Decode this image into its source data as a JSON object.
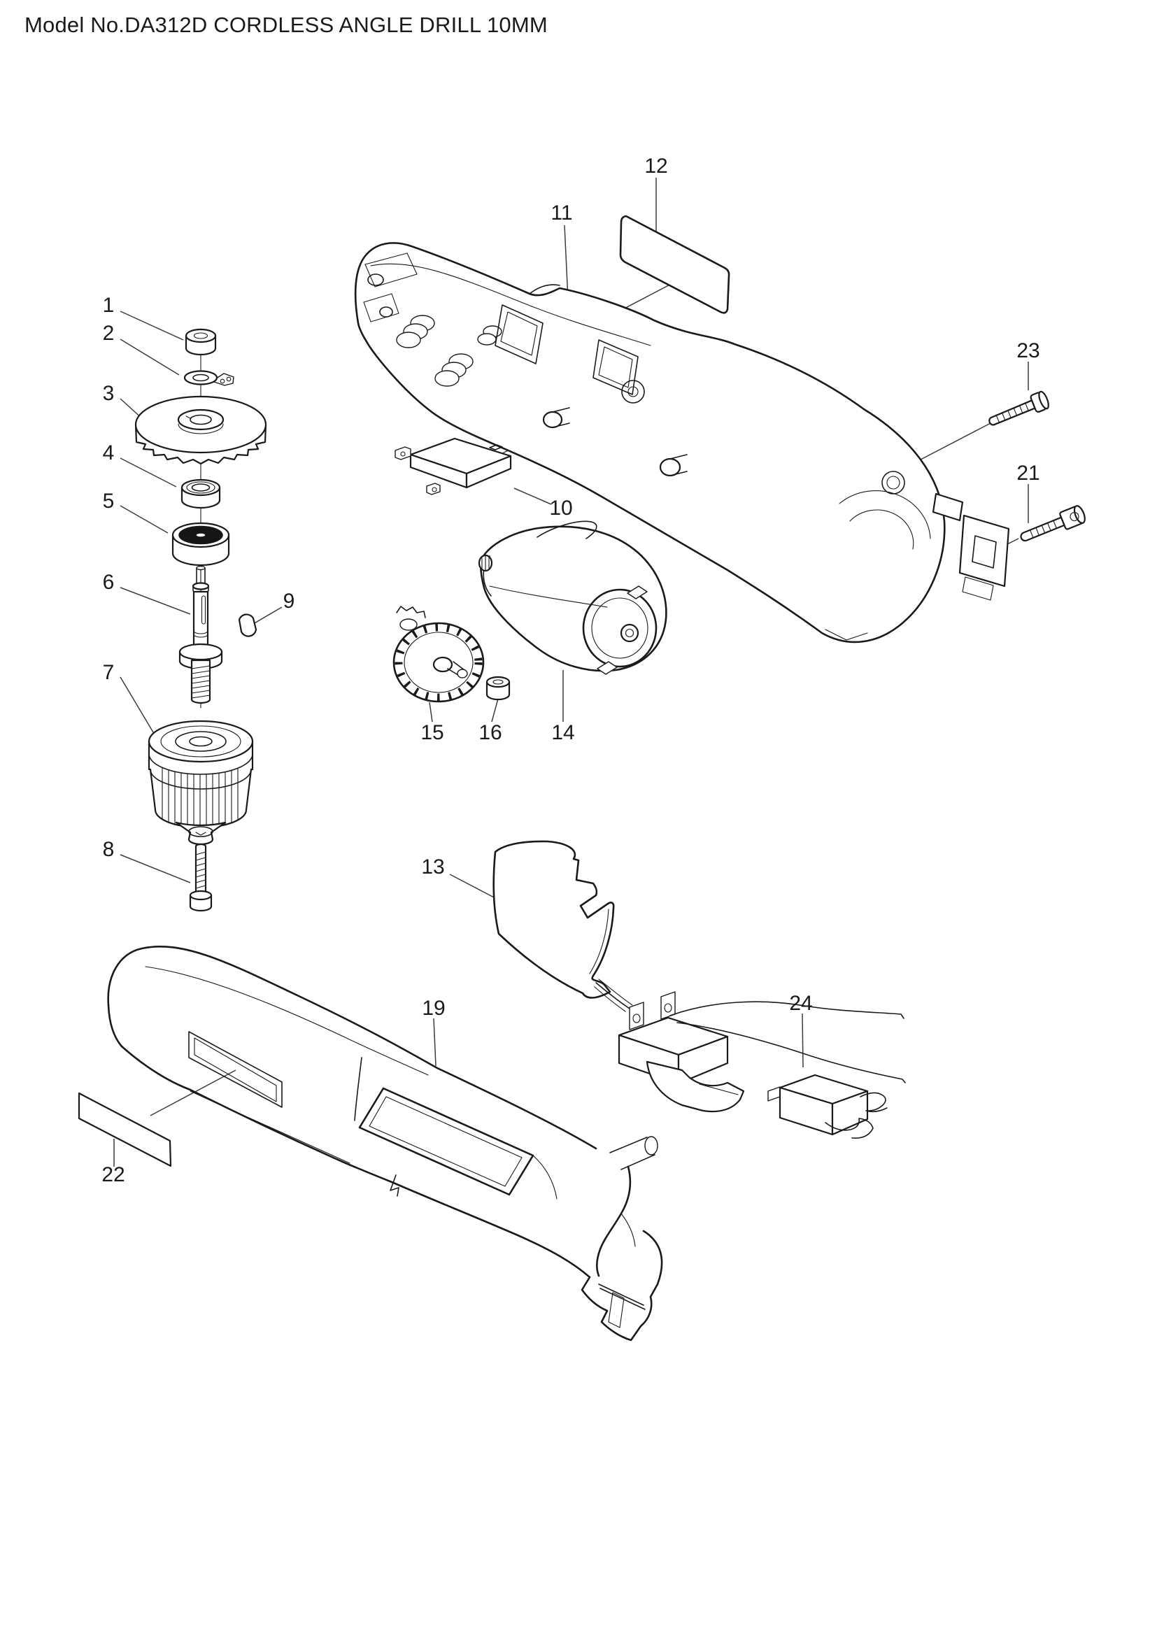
{
  "title": "Model No.DA312D CORDLESS ANGLE DRILL 10MM",
  "diagram": {
    "type": "exploded-parts-diagram",
    "product_model": "DA312D",
    "product_name": "CORDLESS ANGLE DRILL 10MM",
    "callouts": [
      {
        "number": "1"
      },
      {
        "number": "2"
      },
      {
        "number": "3"
      },
      {
        "number": "4"
      },
      {
        "number": "5"
      },
      {
        "number": "6"
      },
      {
        "number": "7"
      },
      {
        "number": "8"
      },
      {
        "number": "9"
      },
      {
        "number": "10"
      },
      {
        "number": "11"
      },
      {
        "number": "12"
      },
      {
        "number": "13"
      },
      {
        "number": "14"
      },
      {
        "number": "15"
      },
      {
        "number": "16"
      },
      {
        "number": "19"
      },
      {
        "number": "21"
      },
      {
        "number": "22"
      },
      {
        "number": "23"
      },
      {
        "number": "24"
      }
    ]
  }
}
